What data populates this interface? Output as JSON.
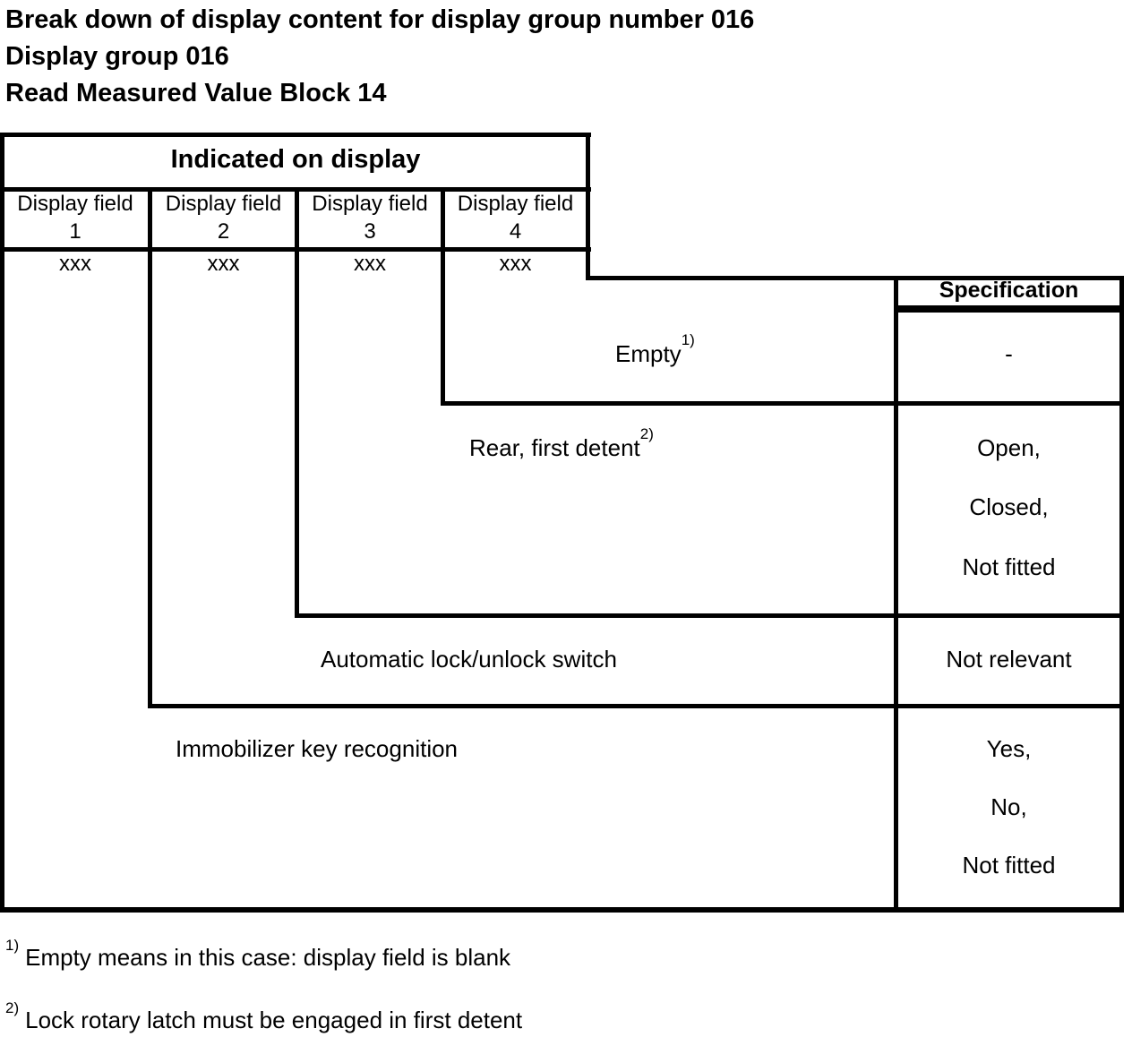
{
  "titles": {
    "line1": "Break down of display content for display group number 016",
    "line2": "Display group 016",
    "line3": "Read Measured Value Block 14"
  },
  "table": {
    "main_header": "Indicated on display",
    "columns": [
      {
        "label": "Display field",
        "number": "1",
        "value": "xxx"
      },
      {
        "label": "Display field",
        "number": "2",
        "value": "xxx"
      },
      {
        "label": "Display field",
        "number": "3",
        "value": "xxx"
      },
      {
        "label": "Display field",
        "number": "4",
        "value": "xxx"
      }
    ],
    "spec_header": "Specification",
    "rows": [
      {
        "label": "Empty",
        "footnote_ref": "1)",
        "specs": [
          "-"
        ]
      },
      {
        "label": "Rear, first detent",
        "footnote_ref": "2)",
        "specs": [
          "Open,",
          "Closed,",
          "Not fitted"
        ]
      },
      {
        "label": "Automatic lock/unlock switch",
        "footnote_ref": "",
        "specs": [
          "Not relevant"
        ]
      },
      {
        "label": "Immobilizer key recognition",
        "footnote_ref": "",
        "specs": [
          "Yes,",
          "No,",
          "Not fitted"
        ]
      }
    ]
  },
  "footnotes": [
    {
      "marker": "1)",
      "text": "Empty means in this case: display field is blank"
    },
    {
      "marker": "2)",
      "text": "Lock rotary latch must be engaged in first detent"
    }
  ]
}
